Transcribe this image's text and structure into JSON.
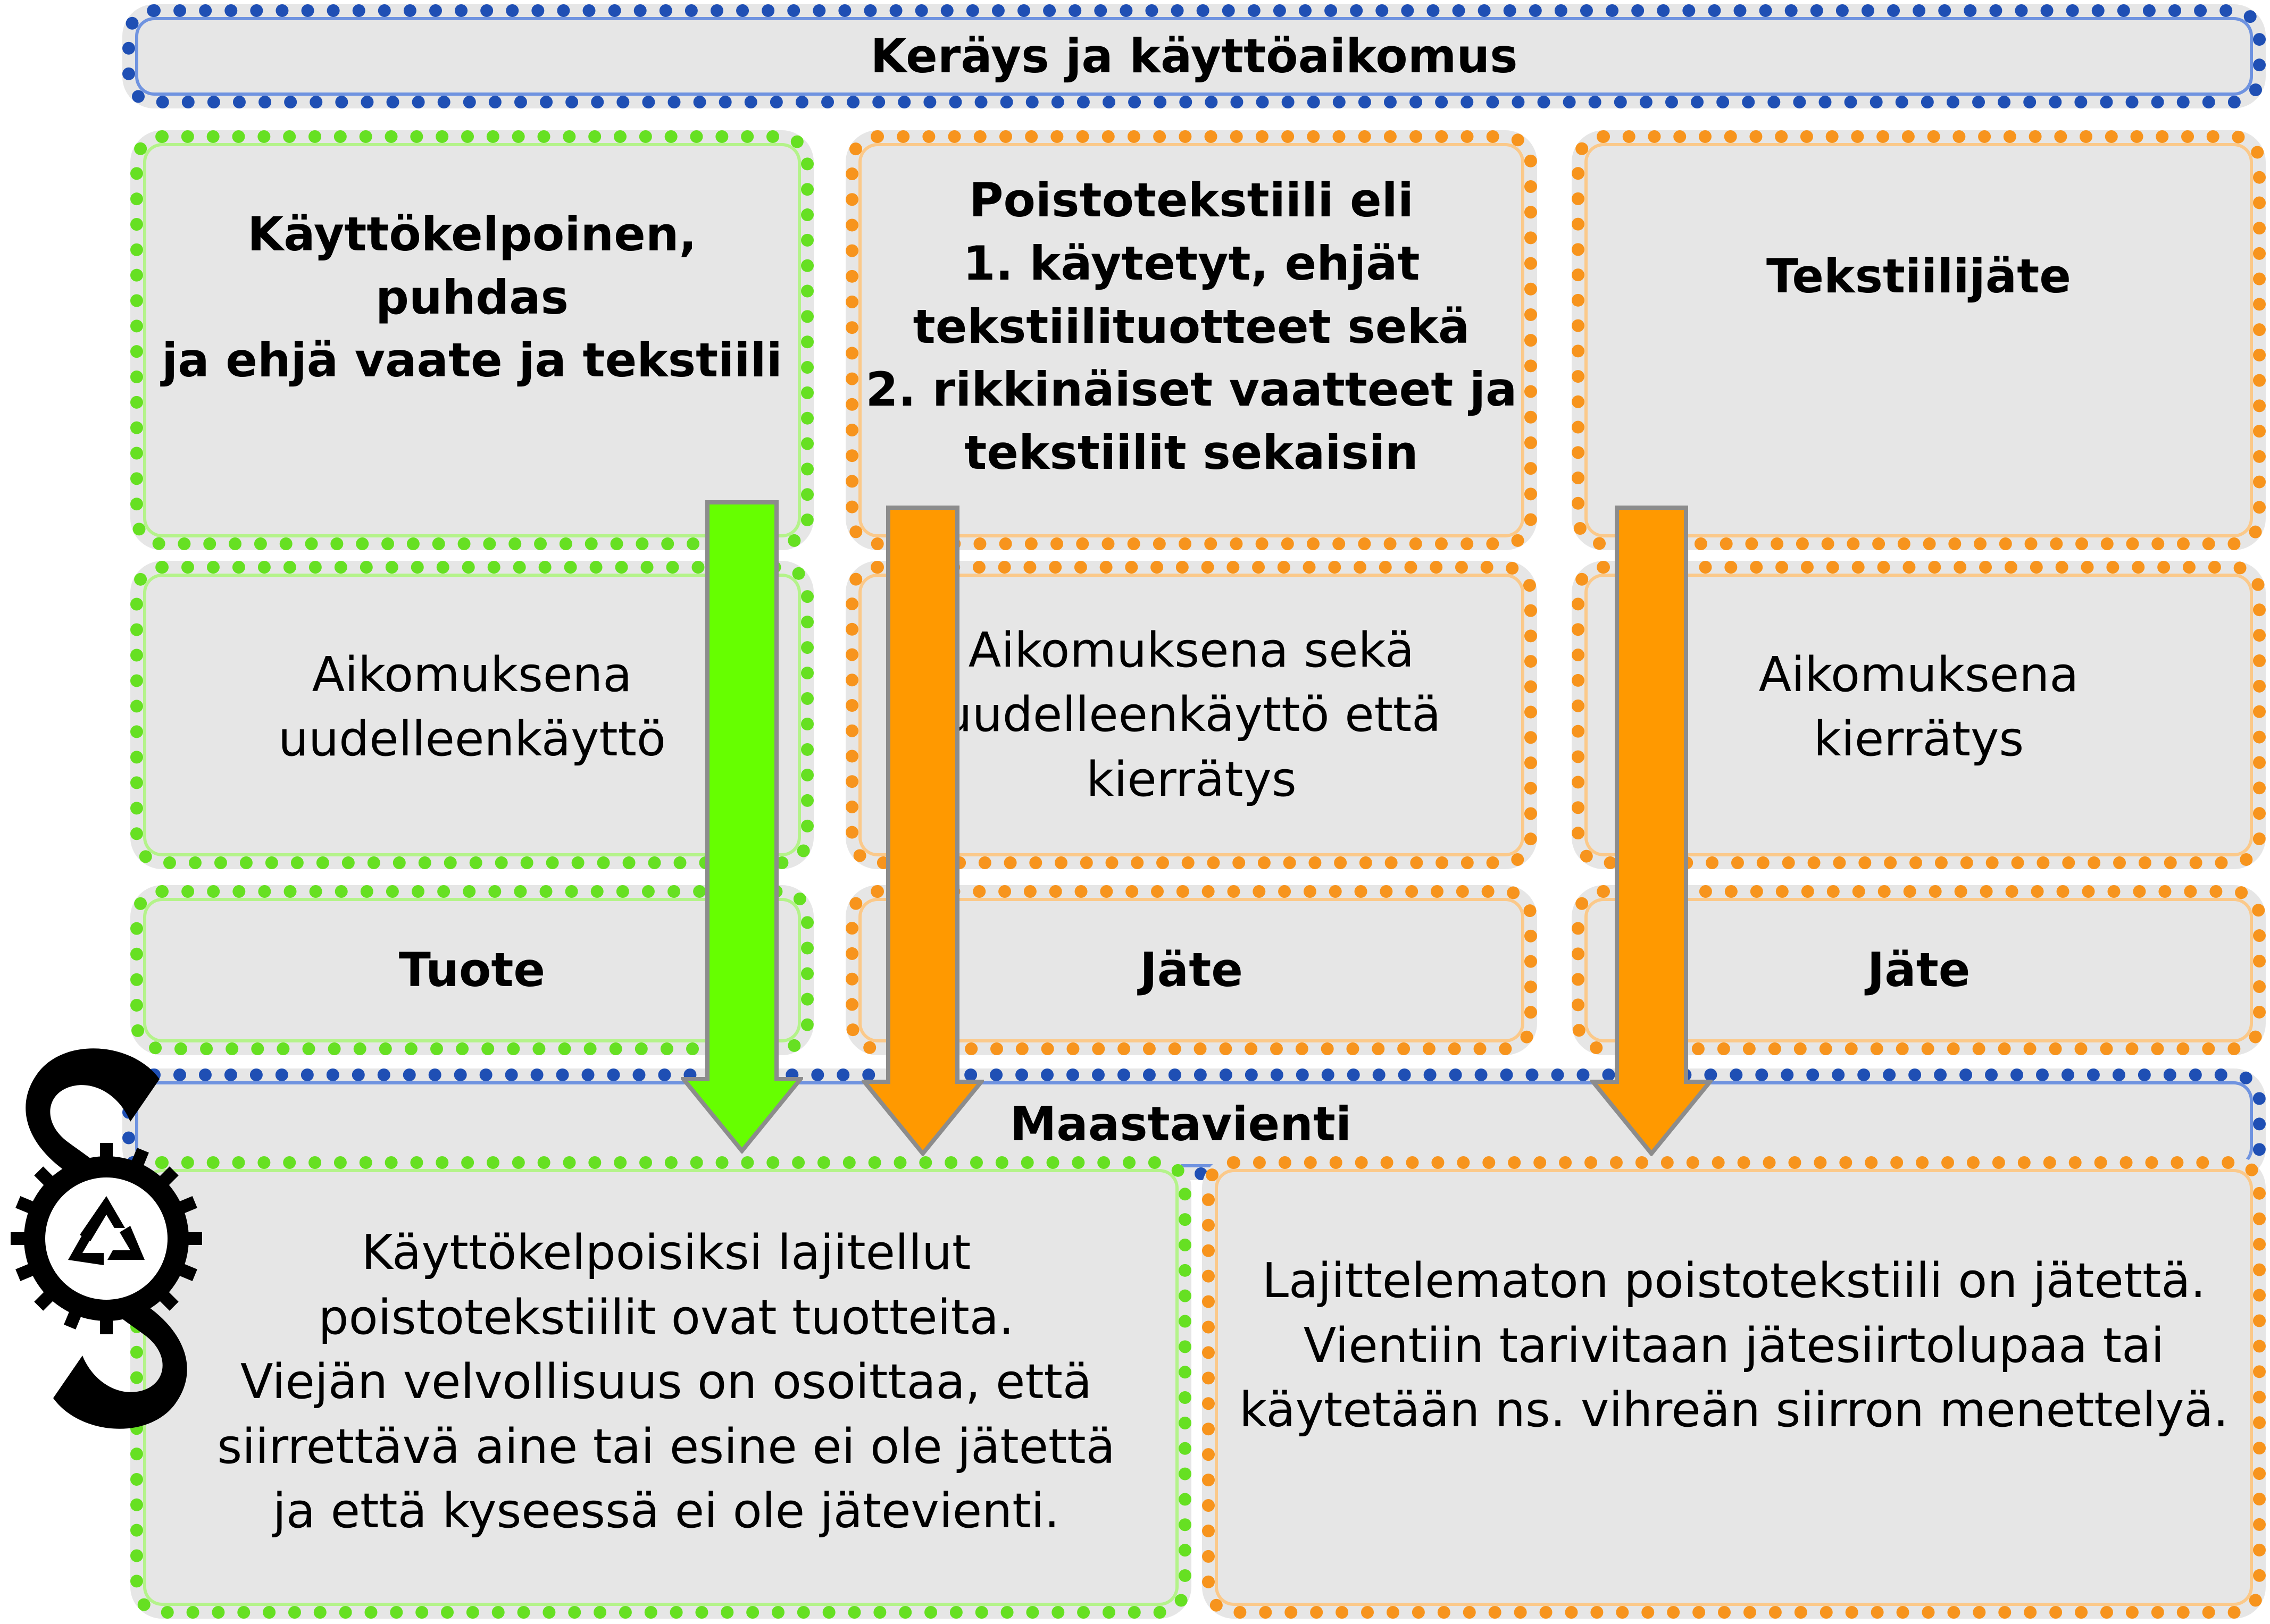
{
  "header": {
    "title": "Keräys ja käyttöaikomus"
  },
  "columns": [
    {
      "category": "Käyttökelpoinen, puhdas\nja ehjä vaate ja tekstiili",
      "intent": "Aikomuksena\nuudelleenkäyttö",
      "status": "Tuote",
      "color": "#66e022"
    },
    {
      "category": "Poistotekstiili eli\n1. käytetyt, ehjät\ntekstiilituotteet sekä\n2. rikkinäiset vaatteet ja\ntekstiilit sekaisin",
      "intent": "Aikomuksena sekä\nuudelleenkäyttö että\nkierrätys",
      "status": "Jäte",
      "color": "#f7941d"
    },
    {
      "category": "Tekstiilijäte",
      "intent": "Aikomuksena\nkierrätys",
      "status": "Jäte",
      "color": "#f7941d"
    }
  ],
  "export": {
    "title": "Maastavienti",
    "product_text": "Käyttökelpoisiksi lajitellut\npoistotekstiilit ovat tuotteita.\nViejän velvollisuus on osoittaa, että\nsiirrettävä aine tai esine ei ole jätettä\nja että kyseessä ei ole jätevienti.",
    "waste_text": "Lajittelematon poistotekstiili on jätettä.\nVientiin tarivitaan jätesiirtolupaa tai\nkäytetään ns. vihreän siirron menettelyä."
  },
  "colors": {
    "blue": "#1f4fb4",
    "green": "#66e022",
    "orange": "#f7941d",
    "box_fill": "#e6e6e6",
    "arrow_green": "#66ff00",
    "arrow_orange": "#ff9900"
  },
  "icons": {
    "logo": "section-recycle-gear-icon"
  }
}
